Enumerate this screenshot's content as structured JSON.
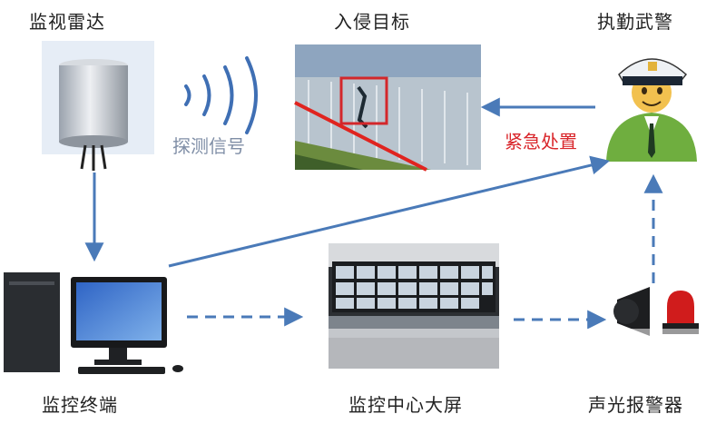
{
  "labels": {
    "radar": "监视雷达",
    "intrusion": "入侵目标",
    "guard": "执勤武警",
    "terminal": "监控终端",
    "screen": "监控中心大屏",
    "alarm": "声光报警器"
  },
  "annotations": {
    "signal": "探测信号",
    "emergency": "紧急处置"
  },
  "colors": {
    "arrow": "#4a7ab8",
    "emergency_text": "#d9262b",
    "signal_text": "#7f8ea6",
    "fence_line": "#e0241f",
    "target_box": "#d3272b"
  },
  "icons": [
    "radar-icon",
    "computer-icon",
    "guard-icon",
    "alarm-icon"
  ]
}
